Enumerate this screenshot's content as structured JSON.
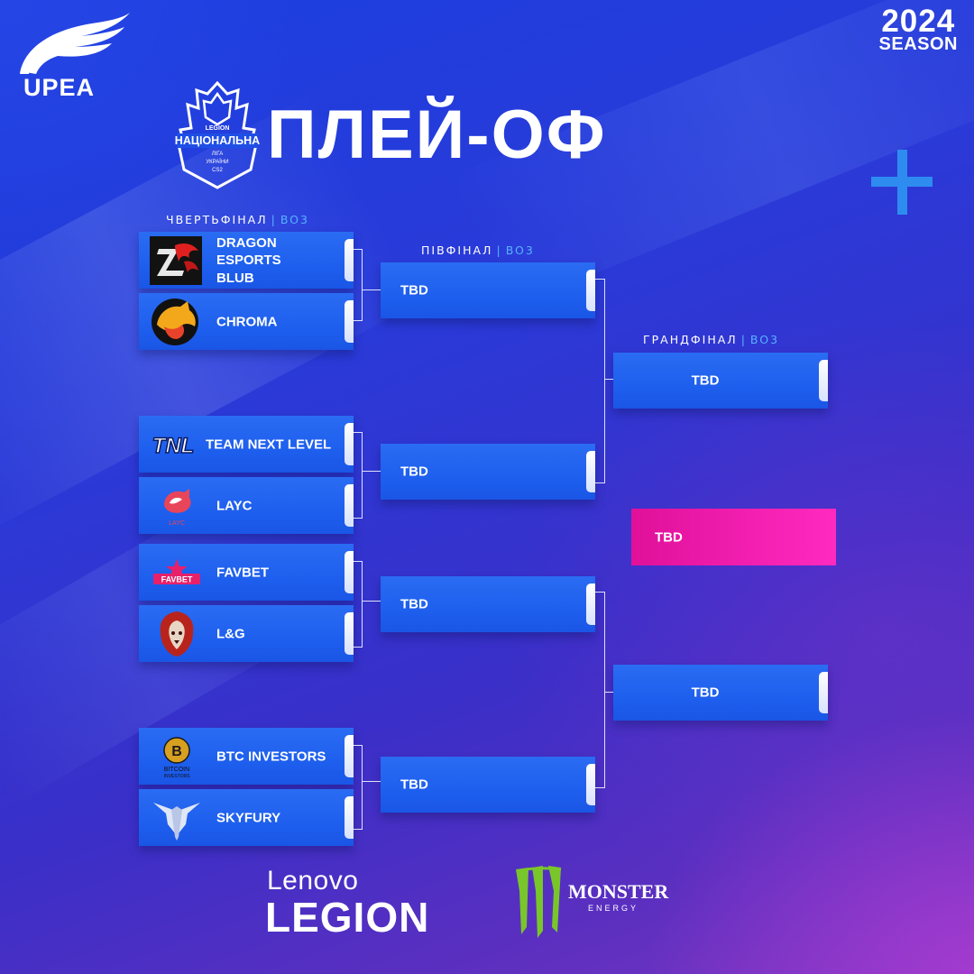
{
  "org": {
    "name": "UPEA"
  },
  "season": {
    "year": "2024",
    "word": "SEASON"
  },
  "badge": {
    "line1": "LEGION",
    "line2": "НАЦІОНАЛЬНА",
    "line3": "ЛІГА",
    "line4": "УКРАЇНИ",
    "line5": "CS2"
  },
  "title": "ПЛЕЙ-ОФ",
  "rounds": {
    "quarter": {
      "label": "ЧВЕРТЬФІНАЛ",
      "format": "BO3"
    },
    "semi": {
      "label": "ПІВФІНАЛ",
      "format": "BO3"
    },
    "grand": {
      "label": "ГРАНДФІНАЛ",
      "format": "BO3"
    },
    "sep": "|"
  },
  "teams": [
    {
      "line1": "DRAGON",
      "line2": "ESPORTS",
      "line3": "BLUB",
      "icon": "dragon-esports-logo"
    },
    {
      "name": "CHROMA",
      "icon": "chroma-logo"
    },
    {
      "name": "TEAM NEXT LEVEL",
      "icon": "tnl-logo",
      "logo_text": "TNL"
    },
    {
      "name": "LAYC",
      "icon": "layc-logo",
      "logo_text": "LAYC"
    },
    {
      "name": "FAVBET",
      "icon": "favbet-logo",
      "logo_text": "FAVBET"
    },
    {
      "name": "L&G",
      "icon": "lion-logo"
    },
    {
      "name": "BTC INVESTORS",
      "icon": "bitcoin-investors-logo",
      "logo_text": "B",
      "logo_sub1": "BITCOIN",
      "logo_sub2": "INVESTORS"
    },
    {
      "name": "SKYFURY",
      "icon": "skyfury-logo"
    }
  ],
  "semis": [
    "TBD",
    "TBD",
    "TBD",
    "TBD"
  ],
  "finals": [
    "TBD",
    "TBD"
  ],
  "third_place": "TBD",
  "sponsors": {
    "lenovo": "Lenovo",
    "legion": "LEGION",
    "monster": "MONSTER",
    "energy": "ENERGY"
  },
  "colors": {
    "box": "#1e5fee",
    "accent": "#58b2ff",
    "plus": "#2e8cf0",
    "third": "#f01aae"
  }
}
